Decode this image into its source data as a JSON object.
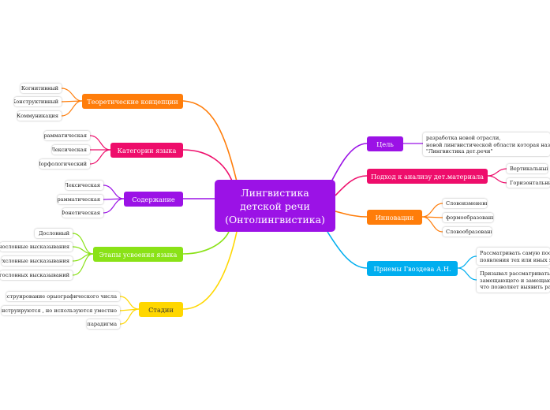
{
  "center": {
    "lines": [
      "Лингвистика",
      "детской речи",
      "(Онтолингвистика)"
    ],
    "color": "#9b12e6"
  },
  "branches": {
    "teoreticheskie": {
      "label": "Теоретические концепции",
      "color": "#ff7d0a",
      "leaves": [
        "Когнитивный",
        "Конструктивный",
        "Коммуникация"
      ]
    },
    "kategorii": {
      "label": "Категории языка",
      "color": "#ee0d6b",
      "leaves": [
        "Грамматическая",
        "Лексическая",
        "Морфологический"
      ]
    },
    "soderzhanie": {
      "label": "Содержание",
      "color": "#9b12e6",
      "leaves": [
        "Лексическая",
        "Грамматическая",
        "Фонетическая"
      ]
    },
    "etapy": {
      "label": "Этапы усвоения языка",
      "color": "#8ae217",
      "leaves": [
        "Дословный",
        "однословные высказывания",
        "двухсловные высказывания",
        "многословных высказываний"
      ]
    },
    "stadii": {
      "label": "Стадии",
      "color": "#ffd700",
      "leaves": [
        "сконструирование орыографического числа",
        "не конструируются , но используются уместно",
        "парадигма"
      ]
    },
    "tsel": {
      "label": "Цель",
      "color": "#9b12e6",
      "leaves": [
        [
          "разработка новой отрасли,",
          "новой лингвистической области которая называется",
          "\"Лингвистика дет.речи\""
        ]
      ]
    },
    "podkhod": {
      "label": "Подход к анализу дет.материала",
      "color": "#ee0d6b",
      "leaves": [
        "Вертикальный",
        "Горизонтальный"
      ]
    },
    "innovatsii": {
      "label": "Инновации",
      "color": "#ff7d0a",
      "leaves": [
        "Словоизменения",
        "формообразование",
        "Словообразования"
      ]
    },
    "priemy": {
      "label": "Приемы Гвоздева А.Н.",
      "color": "#00aeef",
      "leaves": [
        [
          "Рассматривать самую послед",
          "появления тех или иных элем"
        ],
        [
          "Призывал рассматривать соо",
          "замещающего и замещающего",
          "что позволяет выявить разли"
        ]
      ]
    }
  }
}
